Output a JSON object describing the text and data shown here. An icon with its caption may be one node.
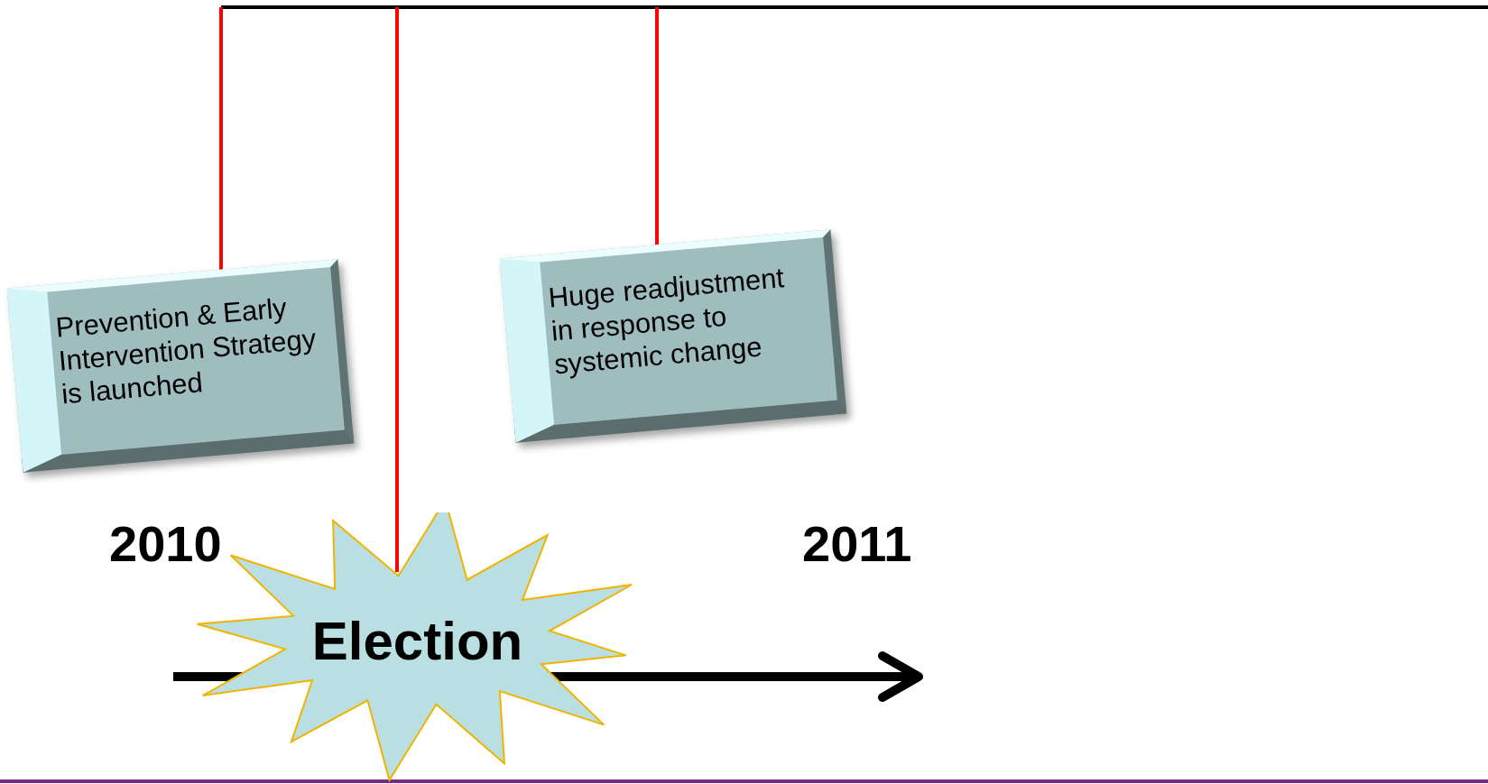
{
  "diagram": {
    "nodes": [
      {
        "text": [
          "Prevention & Early Intervention Strategy is launched"
        ]
      },
      {
        "text": [
          "Huge readjustment in response to systemic change"
        ]
      },
      {
        "text": [
          "Election"
        ]
      }
    ],
    "edges": [
      {
        "from": null,
        "to": 0,
        "arrow": "none"
      },
      {
        "from": null,
        "to": 2,
        "arrow": "none"
      },
      {
        "from": null,
        "to": 1,
        "arrow": "none"
      }
    ],
    "labels": [
      "2010",
      "2011"
    ]
  }
}
